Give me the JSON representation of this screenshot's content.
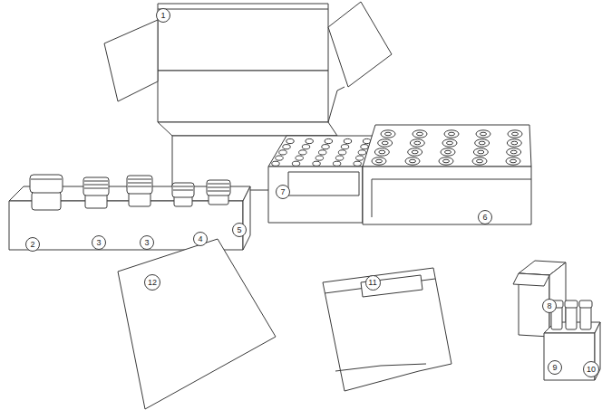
{
  "diagram": {
    "labels": [
      "1",
      "2",
      "3",
      "3",
      "4",
      "5",
      "7",
      "6",
      "12",
      "11",
      "8",
      "9",
      "10"
    ]
  }
}
